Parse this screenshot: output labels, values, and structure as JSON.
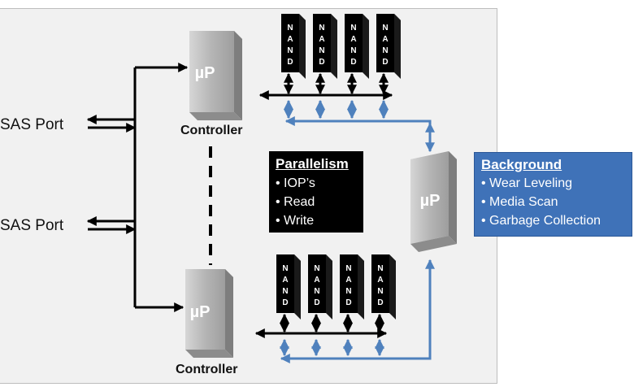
{
  "ports": [
    "SAS Port",
    "SAS Port"
  ],
  "controllers": {
    "top": {
      "chip": "µP",
      "label": "Controller"
    },
    "bottom": {
      "chip": "µP",
      "label": "Controller"
    }
  },
  "background_chip": "µP",
  "nand_label": "NAND",
  "parallelism": {
    "title": "Parallelism",
    "items": [
      "• IOP’s",
      "• Read",
      "• Write"
    ]
  },
  "background_box": {
    "title": "Background",
    "items": [
      "• Wear Leveling",
      "• Media Scan",
      "• Garbage Collection"
    ]
  },
  "colors": {
    "black_arrow": "#000000",
    "blue_arrow": "#4f81bd",
    "blue_box": "#3f72b8"
  }
}
